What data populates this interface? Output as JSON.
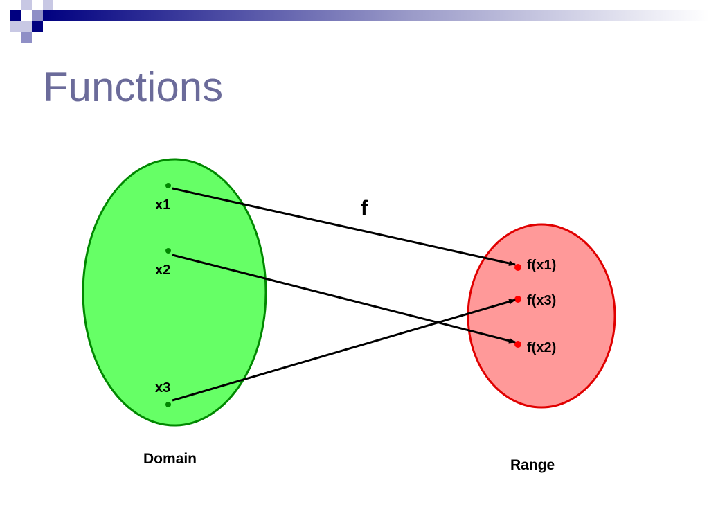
{
  "title": "Functions",
  "function_label": "f",
  "domain": {
    "label": "Domain",
    "fill": "#66ff66",
    "stroke": "#008800",
    "points": [
      "x1",
      "x2",
      "x3"
    ]
  },
  "range": {
    "label": "Range",
    "fill": "#ff9999",
    "stroke": "#e00000",
    "points": [
      "f(x1)",
      "f(x3)",
      "f(x2)"
    ]
  },
  "mappings": [
    {
      "from": "x1",
      "to": "f(x1)"
    },
    {
      "from": "x2",
      "to": "f(x2)"
    },
    {
      "from": "x3",
      "to": "f(x3)"
    }
  ],
  "header_colors": {
    "navy": "#000080",
    "accent": "#8f8fc6",
    "light": "#c8c8e4"
  }
}
